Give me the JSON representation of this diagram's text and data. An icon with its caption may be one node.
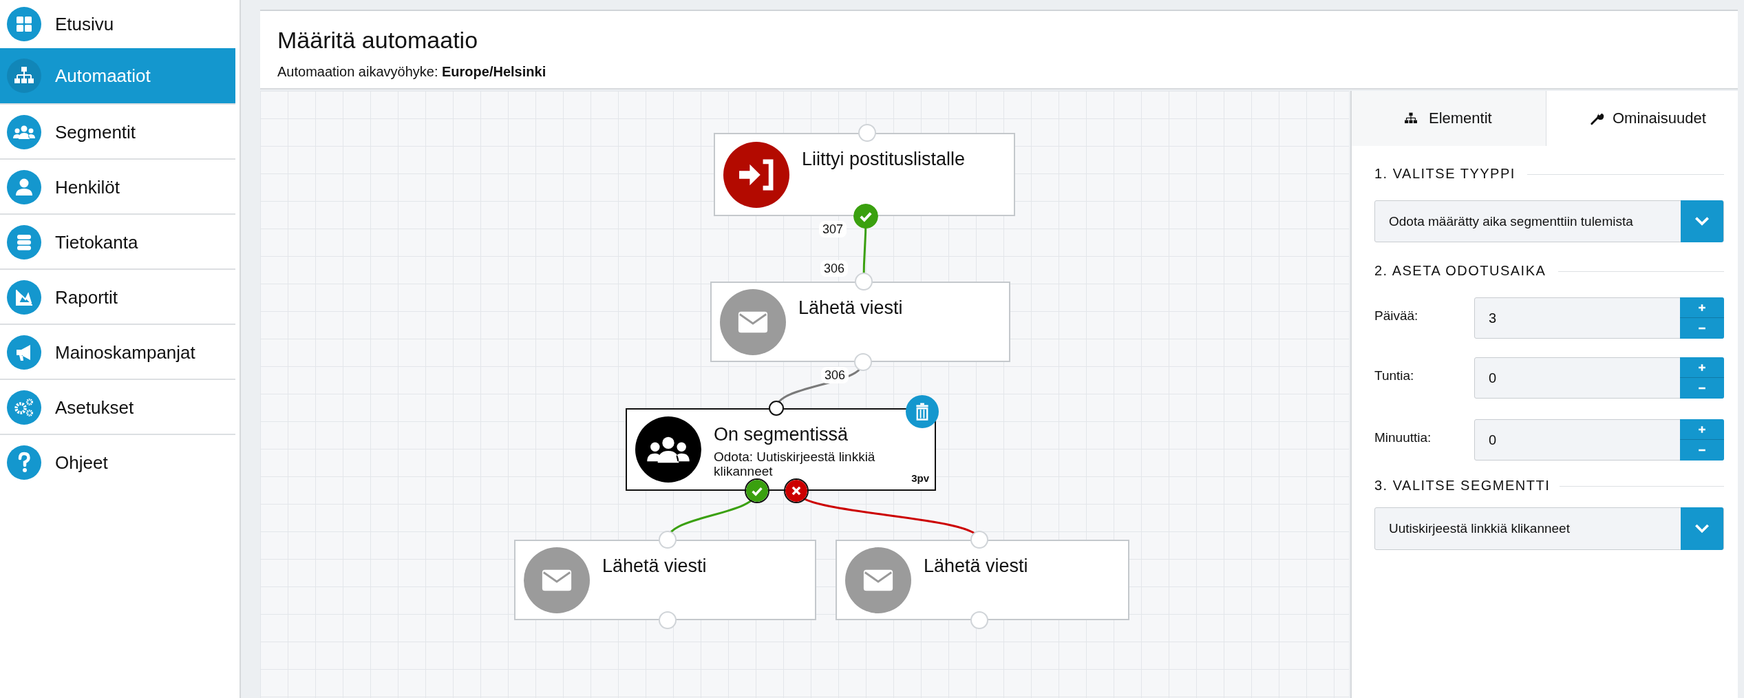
{
  "diagram": {
    "title": "Määritä automaatio",
    "nodes": [
      {
        "text": [
          "Liittyi postituslistalle"
        ],
        "beside": [
          "307"
        ]
      },
      {
        "text": [
          "Lähetä viesti"
        ],
        "beside": [
          "306",
          "306"
        ]
      },
      {
        "text": [
          "On segmentissä",
          "Odota: Uutiskirjeestä linkkiä klikanneet",
          "3pv"
        ]
      },
      {
        "text": [
          "Lähetä viesti"
        ]
      },
      {
        "text": [
          "Lähetä viesti"
        ]
      }
    ],
    "edges": [
      {
        "from": 0,
        "to": 1,
        "arrow": "other",
        "color": "#3aa00f"
      },
      {
        "from": 1,
        "to": 2,
        "arrow": "none",
        "color": "#7a7a7a"
      },
      {
        "from": 2,
        "to": 3,
        "arrow": "other",
        "color": "#3aa00f"
      },
      {
        "from": 2,
        "to": 4,
        "arrow": "other",
        "color": "#cc0000"
      }
    ],
    "labels": [
      "Etusivu",
      "Automaatiot",
      "Segmentit",
      "Henkilöt",
      "Tietokanta",
      "Raportit",
      "Mainoskampanjat",
      "Asetukset",
      "Ohjeet",
      "Automaation aikavyöhyke: **Europe/Helsinki**",
      "Elementit",
      "Ominaisuudet",
      "1. VALITSE TYYPPI",
      "Odota määrätty aika segmenttiin tulemista",
      "2. ASETA ODOTUSAIKA",
      "Päivää:",
      "3",
      "Tuntia:",
      "0",
      "Minuuttia:",
      "0",
      "3. VALITSE SEGMENTTI",
      "Uutiskirjeestä linkkiä klikanneet"
    ]
  }
}
